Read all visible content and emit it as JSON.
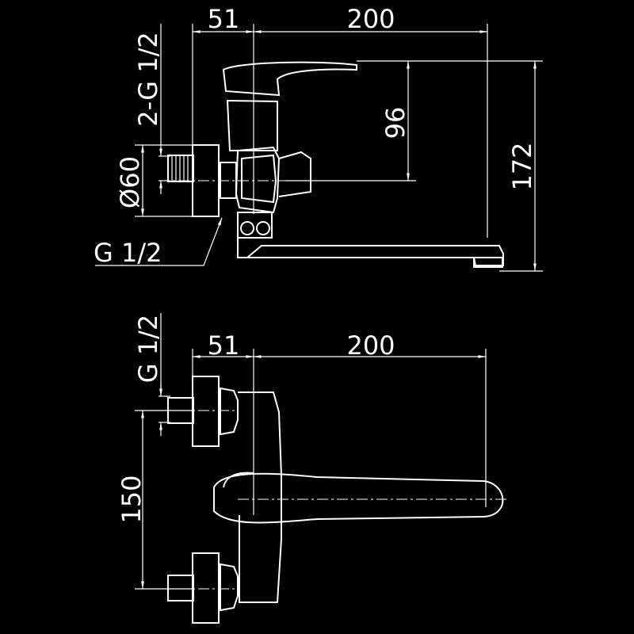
{
  "drawing": {
    "side_view": {
      "dim_offset": "51",
      "dim_spout": "200",
      "dim_inlet_thread": "2-G 1/2",
      "dim_lever_height": "96",
      "dim_total_height": "172",
      "dim_flange_diameter": "Ø60",
      "dim_outlet_thread": "G 1/2"
    },
    "top_view": {
      "dim_offset": "51",
      "dim_spout": "200",
      "dim_inlet_thread": "G 1/2",
      "dim_inlet_spacing": "150"
    },
    "colors": {
      "background": "#000000",
      "lines": "#ffffff"
    }
  }
}
